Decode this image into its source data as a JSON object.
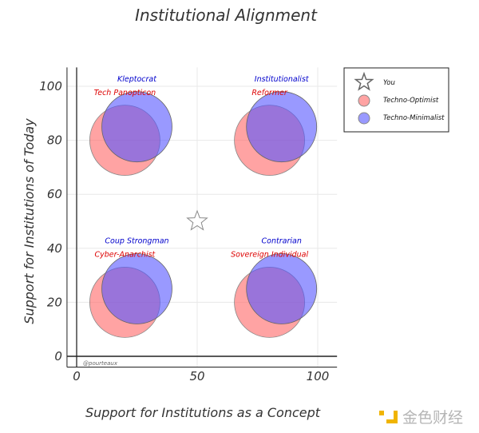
{
  "chart_data": {
    "type": "scatter",
    "title": "Institutional Alignment",
    "xlabel": "Support for Institutions as a Concept",
    "ylabel": "Support for Institutions of Today",
    "xlim": [
      -4,
      108
    ],
    "ylim": [
      -4,
      107
    ],
    "xticks": [
      0,
      50,
      100
    ],
    "yticks": [
      0,
      20,
      40,
      60,
      80,
      100
    ],
    "grid": true,
    "legend_position": "top-right",
    "series": [
      {
        "name": "You",
        "marker": "star",
        "color": "#ffffff",
        "points": [
          {
            "x": 50,
            "y": 50
          }
        ]
      },
      {
        "name": "Techno-Optimist",
        "marker": "circle",
        "color": "#ff6666",
        "points": [
          {
            "x": 20,
            "y": 80,
            "label": "Tech Panopticon"
          },
          {
            "x": 80,
            "y": 80,
            "label": "Reformer"
          },
          {
            "x": 20,
            "y": 20,
            "label": "Cyber-Anarchist"
          },
          {
            "x": 80,
            "y": 20,
            "label": "Sovereign Individual"
          }
        ]
      },
      {
        "name": "Techno-Minimalist",
        "marker": "circle",
        "color": "#5555ff",
        "points": [
          {
            "x": 25,
            "y": 85,
            "label": "Kleptocrat"
          },
          {
            "x": 85,
            "y": 85,
            "label": "Institutionalist"
          },
          {
            "x": 25,
            "y": 25,
            "label": "Coup Strongman"
          },
          {
            "x": 85,
            "y": 25,
            "label": "Contrarian"
          }
        ]
      }
    ],
    "annotation": "@pourteaux"
  },
  "logo_text": "金色财经"
}
